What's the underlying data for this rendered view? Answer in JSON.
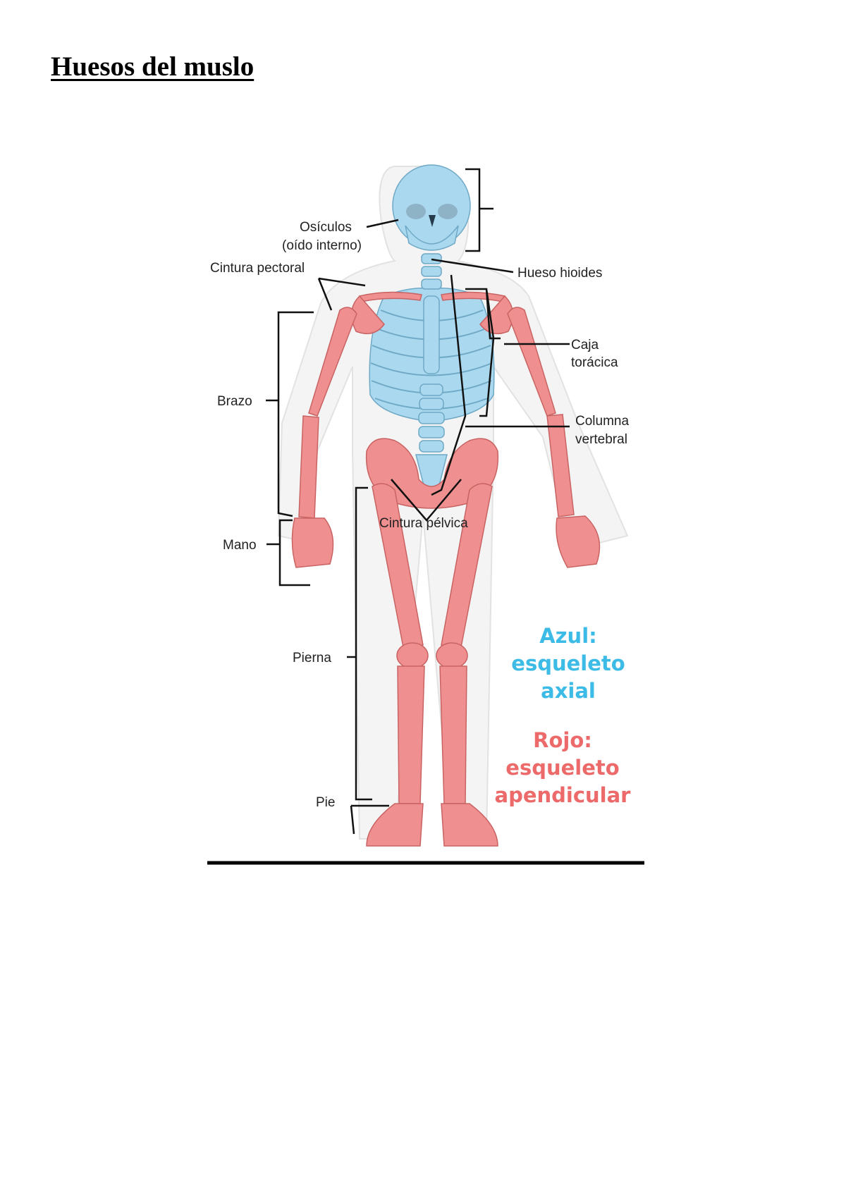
{
  "document": {
    "title": "Huesos del muslo"
  },
  "figure": {
    "labels": {
      "ossicles_line1": "Osículos",
      "ossicles_line2": "(oído interno)",
      "pectoral": "Cintura pectoral",
      "hyoid": "Hueso hioides",
      "ribcage_line1": "Caja",
      "ribcage_line2": "torácica",
      "arm": "Brazo",
      "spine_line1": "Columna",
      "spine_line2": "vertebral",
      "pelvic": "Cintura pélvica",
      "hand": "Mano",
      "leg": "Pierna",
      "foot": "Pie"
    },
    "legend": {
      "axial_line1": "Azul:",
      "axial_line2": "esqueleto",
      "axial_line3": "axial",
      "appendicular_line1": "Rojo:",
      "appendicular_line2": "esqueleto",
      "appendicular_line3": "apendicular"
    },
    "colors": {
      "axial": "#3bbbe6",
      "appendicular": "#ec6a6a",
      "axial_bone": "#a9d8ef",
      "appendicular_bone": "#f08f8f"
    }
  }
}
